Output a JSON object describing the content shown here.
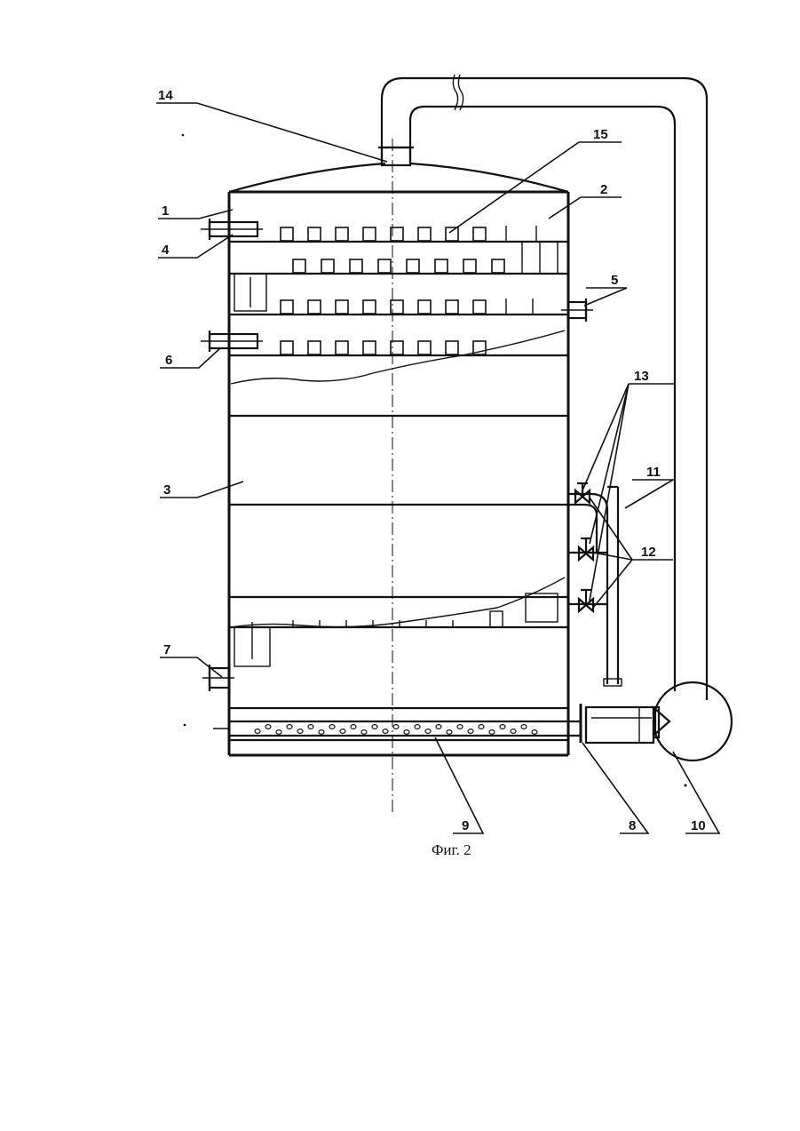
{
  "figure": {
    "caption": "Фиг. 2",
    "callouts": [
      "1",
      "2",
      "3",
      "4",
      "5",
      "6",
      "7",
      "8",
      "9",
      "10",
      "11",
      "12",
      "13",
      "14",
      "15"
    ]
  },
  "colors": {
    "ink": "#111111",
    "paper": "#ffffff"
  }
}
